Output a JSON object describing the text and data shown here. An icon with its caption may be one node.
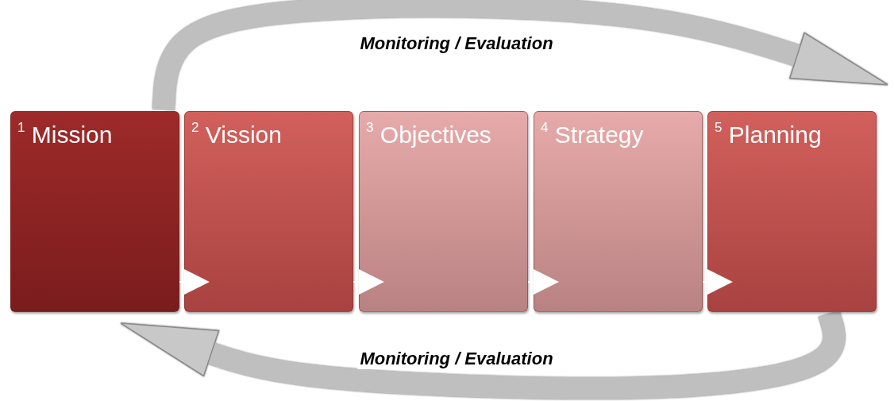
{
  "diagram": {
    "nodes": [
      {
        "text": [
          "$^{1}$ Mission"
        ]
      },
      {
        "text": [
          "$^{2}$ Vission"
        ]
      },
      {
        "text": [
          "$^{3}$ Objectives"
        ]
      },
      {
        "text": [
          "$^{4}$ Strategy"
        ]
      },
      {
        "text": [
          "$^{5}$ Planning"
        ]
      }
    ],
    "edges": [
      {
        "from": 0,
        "to": 1,
        "arrow": "to"
      },
      {
        "from": 1,
        "to": 2,
        "arrow": "to"
      },
      {
        "from": 2,
        "to": 3,
        "arrow": "to"
      },
      {
        "from": 3,
        "to": 4,
        "arrow": "to"
      },
      {
        "from": 0,
        "to": 4,
        "arrow": "to",
        "label": "Monitoring / Evaluation",
        "style": "thick",
        "color": "#bfbfbf"
      },
      {
        "from": 4,
        "to": 0,
        "arrow": "to",
        "label": "Monitoring / Evaluation",
        "style": "thick",
        "color": "#bfbfbf"
      }
    ]
  }
}
